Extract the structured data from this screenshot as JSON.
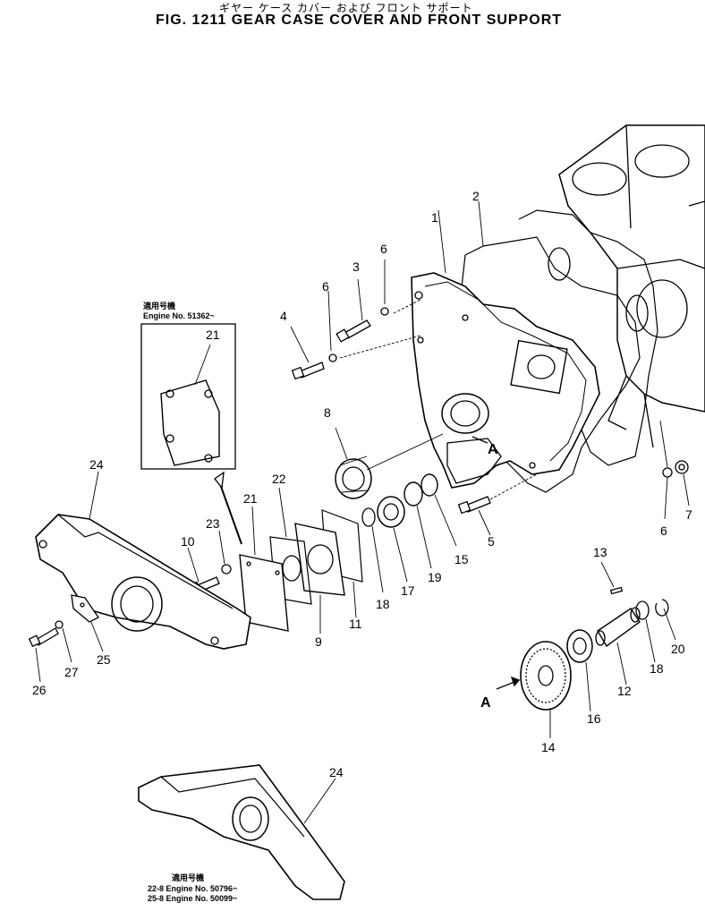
{
  "header": {
    "title_jp": "ギヤー ケース カバー および フロント サポート",
    "title": "FIG. 1211  GEAR CASE COVER AND FRONT SUPPORT"
  },
  "inset": {
    "jp_label": "適用号機",
    "engine_label": "Engine No. 51362~"
  },
  "bottom_note": {
    "jp_label": "適用号機",
    "line1": "22-8 Engine No. 50796~",
    "line2": "25-8 Engine No. 50099~"
  },
  "view_marker": "A",
  "callouts": [
    "1",
    "2",
    "3",
    "4",
    "5",
    "6",
    "7",
    "8",
    "9",
    "10",
    "11",
    "12",
    "13",
    "14",
    "15",
    "16",
    "17",
    "18",
    "19",
    "20",
    "21",
    "22",
    "23",
    "24",
    "25",
    "26",
    "27"
  ]
}
